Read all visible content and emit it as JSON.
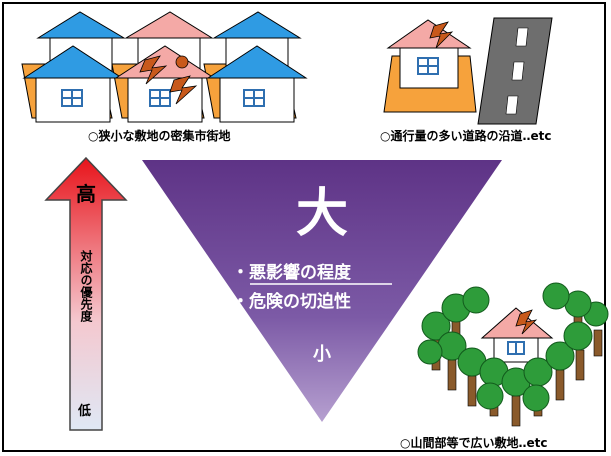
{
  "captions": {
    "dense_area": "○狭小な敷地の密集市街地",
    "road_side": "○通行量の多い道路の沿道‥etc",
    "mountain": "○山間部等で広い敷地‥etc"
  },
  "arrow": {
    "high": "高",
    "low": "低",
    "vertical_text": "対応の優先度"
  },
  "triangle": {
    "large": "大",
    "item1": "・悪影響の程度",
    "item2": "・危険の切迫性",
    "small": "小"
  },
  "colors": {
    "roof_blue": "#2f9be3",
    "roof_pink": "#f4a9a6",
    "wall_lot": "#f6a23c",
    "triangle_top": "#6b3f8f",
    "triangle_bottom": "#a58bc4",
    "arrow_red": "#e8141b",
    "tree_green": "#2e9c3a",
    "trunk_brown": "#8a5a2b",
    "road_gray": "#6e6e6e"
  }
}
